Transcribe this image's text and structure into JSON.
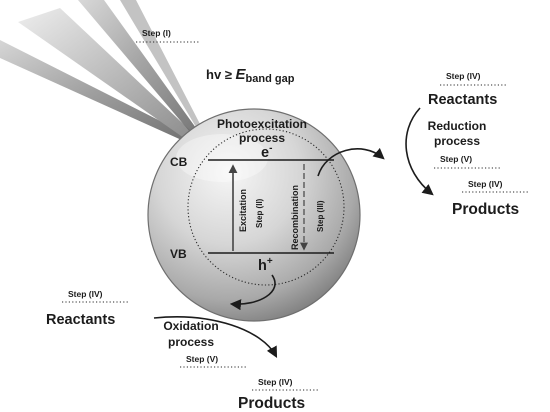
{
  "light": {
    "equation": {
      "main": "hv ≥ ",
      "symbol": "E",
      "subscript": "band gap"
    }
  },
  "particle": {
    "photoexcitation_label": "Photoexcitation process",
    "cb_label": "CB",
    "vb_label": "VB",
    "electron_symbol": "e",
    "electron_charge": "-",
    "hole_symbol": "h",
    "hole_charge": "+",
    "excitation_label": "Excitation",
    "recombination_label": "Recombination",
    "step2_label": "Step (II)",
    "step3_label": "Step (III)"
  },
  "steps": {
    "step1": "Step (I)"
  },
  "reduction": {
    "step_iv_top": "Step (IV)",
    "reactants_label": "Reactants",
    "process_label": "Reduction process",
    "step_v": "Step (V)",
    "step_iv_bottom": "Step (IV)",
    "products_label": "Products"
  },
  "oxidation": {
    "step_iv_top": "Step (IV)",
    "reactants_label": "Reactants",
    "process_label": "Oxidation process",
    "step_v": "Step (V)",
    "step_iv_bottom": "Step (IV)",
    "products_label": "Products"
  },
  "colors": {
    "ink": "#1c1c1c",
    "sphere_highlight": "#f4f4f4",
    "sphere_shadow": "#8a8a8a"
  }
}
